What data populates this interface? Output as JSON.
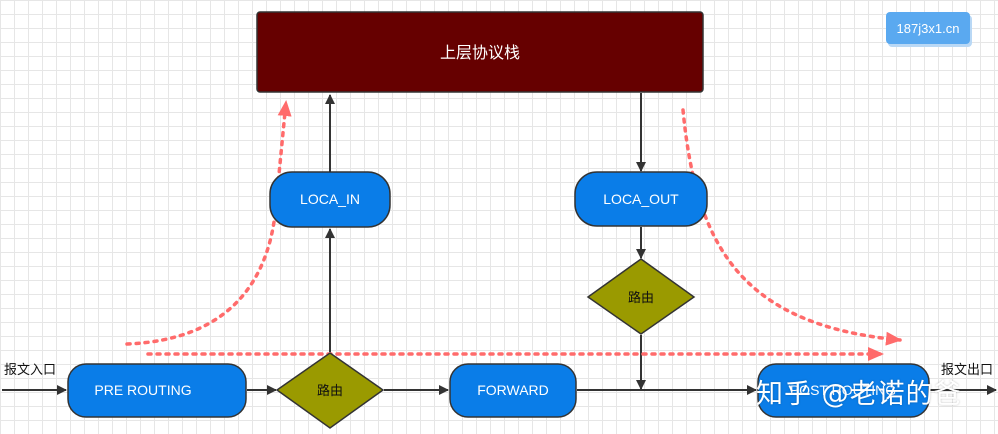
{
  "nodes": {
    "upper_stack": "上层协议栈",
    "loca_in": "LOCA_IN",
    "loca_out": "LOCA_OUT",
    "pre_routing": "PRE ROUTING",
    "forward": "FORWARD",
    "post_routing": "POST ROUTING",
    "routing_decision_1": "路由",
    "routing_decision_2": "路由"
  },
  "labels": {
    "packet_in": "报文入口",
    "packet_out": "报文出口"
  },
  "watermark": "知乎 @老诺的爸",
  "badge": "187j3x1.cn",
  "colors": {
    "node_fill": "#0a7de8",
    "upper_fill": "#660000",
    "diamond_fill": "#9a9a00",
    "arrow": "#333333",
    "dotted_path": "#ff6b6b"
  }
}
